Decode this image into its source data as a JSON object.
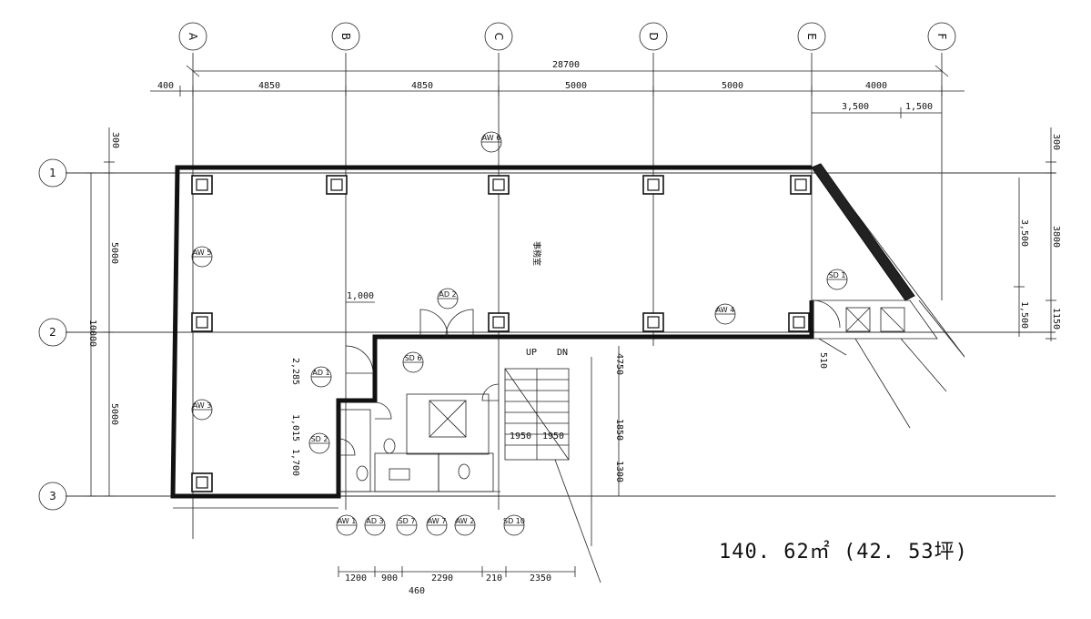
{
  "grid": {
    "columns": [
      "A",
      "B",
      "C",
      "D",
      "E",
      "F"
    ],
    "rows": [
      "1",
      "2",
      "3"
    ]
  },
  "dimensions": {
    "total": "28700",
    "top_segments": [
      "400",
      "4850",
      "4850",
      "5000",
      "5000",
      "4000"
    ],
    "upper_right": [
      "3,500",
      "1,500"
    ],
    "left_total": "10000",
    "left_segments": [
      "300",
      "5000",
      "5000"
    ],
    "right_segments": [
      "300",
      "3800",
      "1150"
    ],
    "right_inner": [
      "3,500",
      "1,500"
    ],
    "bottom_segments": [
      "1200",
      "900",
      "2290",
      "210",
      "2350"
    ],
    "bottom_extra": "460",
    "misc": [
      "1,000",
      "2,285",
      "1,015",
      "1,700",
      "4750",
      "1850",
      "1300",
      "1950",
      "1950",
      "510",
      "UP",
      "DN"
    ]
  },
  "fixtures": {
    "aw": [
      "AW 1",
      "AW 2",
      "AW 3",
      "AW 4",
      "AW 5",
      "AW 6",
      "AW 7"
    ],
    "ad": [
      "AD 1",
      "AD 2",
      "AD 3"
    ],
    "sd": [
      "SD 1",
      "SD 6",
      "SD 7",
      "SD 10",
      "SD 2"
    ]
  },
  "room_label": "事務室",
  "area": "140. 62㎡ (42. 53坪)"
}
